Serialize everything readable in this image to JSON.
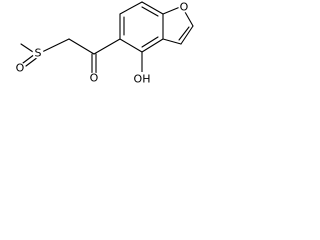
{
  "structure": {
    "atom_labels": {
      "sulfur": "S",
      "sulfoxide_oxygen": "O",
      "ketone_oxygen": "O",
      "furan_oxygen": "O",
      "hydroxyl": "OH"
    }
  },
  "colors": {
    "bond": "#000000",
    "background": "#ffffff"
  }
}
